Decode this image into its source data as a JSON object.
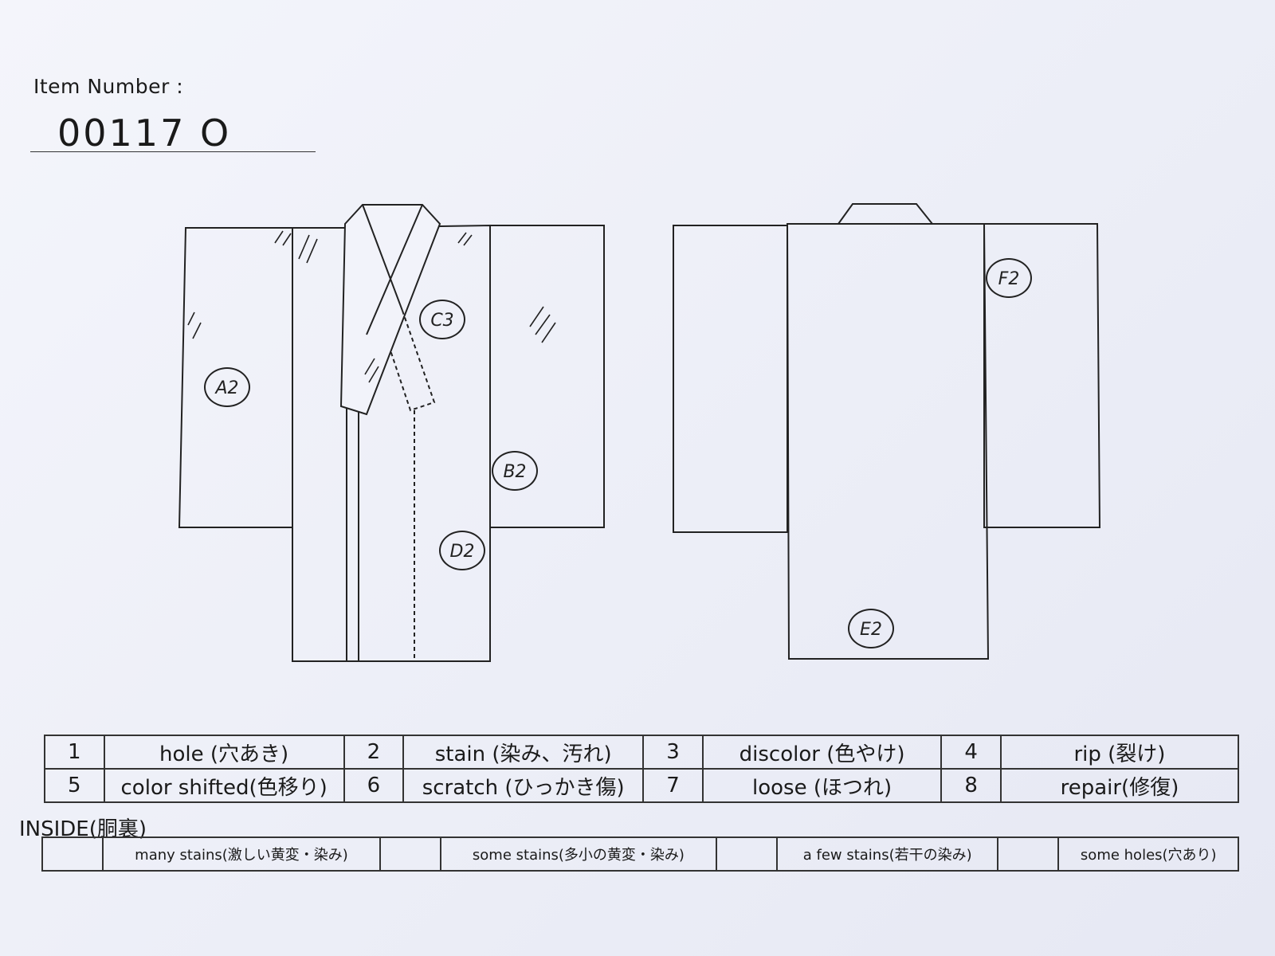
{
  "header": {
    "item_label": "Item Number :",
    "item_value": "00117  O"
  },
  "marks": {
    "A": "A2",
    "B": "B2",
    "C": "C3",
    "D": "D2",
    "E": "E2",
    "F": "F2"
  },
  "legend": {
    "rows": [
      [
        {
          "num": "1",
          "label": "hole (穴あき)"
        },
        {
          "num": "2",
          "label": "stain (染み、汚れ)"
        },
        {
          "num": "3",
          "label": "discolor (色やけ)"
        },
        {
          "num": "4",
          "label": "rip (裂け)"
        }
      ],
      [
        {
          "num": "5",
          "label": "color shifted(色移り)"
        },
        {
          "num": "6",
          "label": "scratch (ひっかき傷)"
        },
        {
          "num": "7",
          "label": "loose (ほつれ)"
        },
        {
          "num": "8",
          "label": "repair(修復)"
        }
      ]
    ]
  },
  "inside": {
    "title": "INSIDE(胴裏)",
    "items": [
      {
        "label": "many stains(激しい黄変・染み)"
      },
      {
        "label": "some stains(多小の黄変・染み)"
      },
      {
        "label": "a few stains(若干の染み)"
      },
      {
        "label": "some holes(穴あり)"
      }
    ]
  }
}
